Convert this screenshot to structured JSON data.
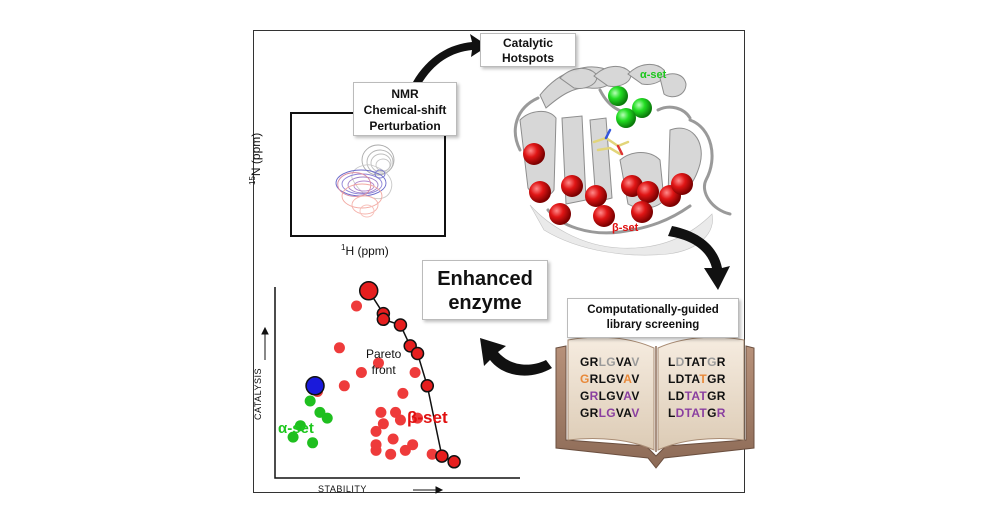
{
  "labels": {
    "hotspots": "Catalytic Hotspots",
    "nmr_line1": "NMR",
    "nmr_line2": "Chemical-shift",
    "nmr_line3": "Perturbation",
    "nmr_y_sup": "15",
    "nmr_y_text": "N (ppm)",
    "nmr_x_sup": "1",
    "nmr_x_text": "H (ppm)",
    "alpha_set": "α-set",
    "beta_set": "β-set",
    "enhanced_line1": "Enhanced",
    "enhanced_line2": "enzyme",
    "library_line1": "Computationally-guided",
    "library_line2": "library screening",
    "pareto_line1": "Pareto",
    "pareto_line2": "front",
    "catalysis": "CATALYSIS",
    "stability": "STABILITY"
  },
  "sequences": {
    "left": [
      [
        {
          "t": "GR",
          "c": "#111111"
        },
        {
          "t": "LG",
          "c": "#9a9a9a"
        },
        {
          "t": "VA",
          "c": "#111111"
        },
        {
          "t": "V",
          "c": "#9a9a9a"
        }
      ],
      [
        {
          "t": "G",
          "c": "#e8893a"
        },
        {
          "t": "RLGV",
          "c": "#111111"
        },
        {
          "t": "A",
          "c": "#e8893a"
        },
        {
          "t": "V",
          "c": "#111111"
        }
      ],
      [
        {
          "t": "G",
          "c": "#111111"
        },
        {
          "t": "R",
          "c": "#8a3fa0"
        },
        {
          "t": "LGV",
          "c": "#111111"
        },
        {
          "t": "A",
          "c": "#8a3fa0"
        },
        {
          "t": "V",
          "c": "#111111"
        }
      ],
      [
        {
          "t": "GR",
          "c": "#111111"
        },
        {
          "t": "LG",
          "c": "#8a3fa0"
        },
        {
          "t": "VA",
          "c": "#111111"
        },
        {
          "t": "V",
          "c": "#8a3fa0"
        }
      ]
    ],
    "right": [
      [
        {
          "t": "L",
          "c": "#111111"
        },
        {
          "t": "D",
          "c": "#9a9a9a"
        },
        {
          "t": "TAT",
          "c": "#111111"
        },
        {
          "t": "G",
          "c": "#9a9a9a"
        },
        {
          "t": "R",
          "c": "#111111"
        }
      ],
      [
        {
          "t": "LDTA",
          "c": "#111111"
        },
        {
          "t": "T",
          "c": "#e8893a"
        },
        {
          "t": "GR",
          "c": "#111111"
        }
      ],
      [
        {
          "t": "LD",
          "c": "#111111"
        },
        {
          "t": "TAT",
          "c": "#8a3fa0"
        },
        {
          "t": "GR",
          "c": "#111111"
        }
      ],
      [
        {
          "t": "L",
          "c": "#111111"
        },
        {
          "t": "DTAT",
          "c": "#8a3fa0"
        },
        {
          "t": "G",
          "c": "#111111"
        },
        {
          "t": "R",
          "c": "#8a3fa0"
        }
      ]
    ]
  },
  "scatter": {
    "pareto_points": [
      [
        0.38,
        0.02
      ],
      [
        0.44,
        0.14
      ],
      [
        0.44,
        0.17
      ],
      [
        0.51,
        0.2
      ],
      [
        0.55,
        0.31
      ],
      [
        0.58,
        0.35
      ],
      [
        0.62,
        0.52
      ],
      [
        0.68,
        0.89
      ],
      [
        0.73,
        0.92
      ]
    ],
    "beta_points": [
      [
        0.33,
        0.1
      ],
      [
        0.26,
        0.32
      ],
      [
        0.17,
        0.55
      ],
      [
        0.28,
        0.52
      ],
      [
        0.35,
        0.45
      ],
      [
        0.42,
        0.4
      ],
      [
        0.57,
        0.45
      ],
      [
        0.52,
        0.56
      ],
      [
        0.43,
        0.66
      ],
      [
        0.49,
        0.66
      ],
      [
        0.58,
        0.69
      ],
      [
        0.41,
        0.76
      ],
      [
        0.48,
        0.8
      ],
      [
        0.53,
        0.86
      ],
      [
        0.64,
        0.88
      ],
      [
        0.41,
        0.86
      ],
      [
        0.47,
        0.88
      ],
      [
        0.41,
        0.83
      ],
      [
        0.56,
        0.83
      ],
      [
        0.44,
        0.72
      ],
      [
        0.51,
        0.7
      ]
    ],
    "alpha_points": [
      [
        0.14,
        0.6
      ],
      [
        0.18,
        0.66
      ],
      [
        0.21,
        0.69
      ],
      [
        0.1,
        0.73
      ],
      [
        0.07,
        0.79
      ],
      [
        0.15,
        0.82
      ]
    ],
    "blue_point": [
      0.16,
      0.52
    ],
    "colors": {
      "beta": "#ee3b3b",
      "alpha": "#1fbf1f",
      "blue": "#1a1adb",
      "pareto_fill": "#e61e1e"
    }
  }
}
